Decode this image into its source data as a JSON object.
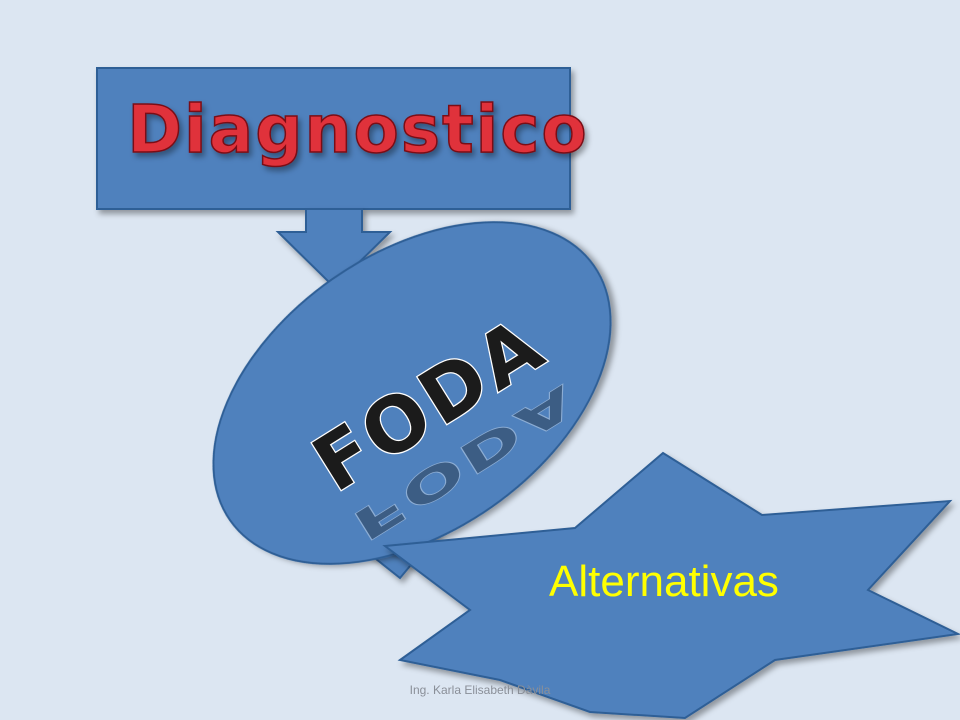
{
  "slide": {
    "title_box_text": "Diagnostico",
    "ellipse_text": "FODA",
    "star_text": "Alternativas",
    "footer": "Ing. Karla Elisabeth Dàvila"
  },
  "colors": {
    "background": "#dce6f2",
    "shape_fill": "#4f81bd",
    "shape_stroke": "#2f5e96",
    "title_text": "#e0303a",
    "foda_text": "#1b1b1b",
    "alternativas_text": "#ffff00"
  }
}
